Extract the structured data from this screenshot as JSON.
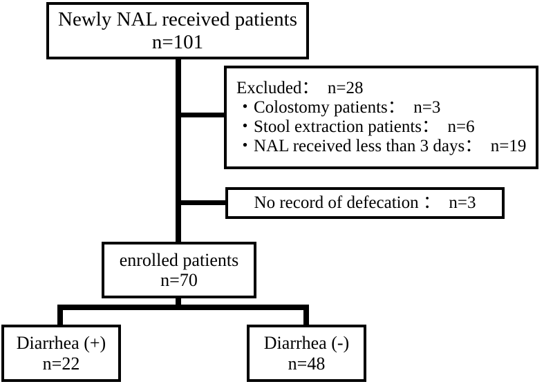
{
  "diagram": {
    "title": "Patient enrollment flow diagram",
    "type": "flowchart",
    "colors": {
      "background": "#ffffff",
      "border": "#000000",
      "text": "#000000",
      "connector": "#000000"
    },
    "nodes": {
      "top": {
        "line1": "Newly NAL received patients",
        "line2": "n=101"
      },
      "excluded": {
        "line1": "Excluded：  n=28",
        "line2": "・Colostomy patients：  n=3",
        "line3": "・Stool extraction patients：  n=6",
        "line4": "・NAL received less than 3 days：  n=19"
      },
      "no_record": {
        "line1": "No record of defecation ：  n=3"
      },
      "enrolled": {
        "line1": "enrolled patients",
        "line2": "n=70"
      },
      "diarrhea_positive": {
        "line1": "Diarrhea (+)",
        "line2": "n=22"
      },
      "diarrhea_negative": {
        "line1": "Diarrhea (-)",
        "line2": "n=48"
      }
    }
  },
  "chart_data": {
    "type": "diagram",
    "title": "Newly NAL received patients enrollment flow",
    "nodes": [
      {
        "id": "top",
        "label": "Newly NAL received patients",
        "n": 101
      },
      {
        "id": "excluded",
        "label": "Excluded",
        "n": 28
      },
      {
        "id": "excluded_colostomy",
        "label": "Colostomy patients",
        "n": 3
      },
      {
        "id": "excluded_stool",
        "label": "Stool extraction patients",
        "n": 6
      },
      {
        "id": "excluded_short",
        "label": "NAL received less than 3 days",
        "n": 19
      },
      {
        "id": "no_record",
        "label": "No record of defecation",
        "n": 3
      },
      {
        "id": "enrolled",
        "label": "enrolled patients",
        "n": 70
      },
      {
        "id": "diarrhea_positive",
        "label": "Diarrhea (+)",
        "n": 22
      },
      {
        "id": "diarrhea_negative",
        "label": "Diarrhea (-)",
        "n": 48
      }
    ],
    "edges": [
      {
        "from": "top",
        "to": "excluded"
      },
      {
        "from": "top",
        "to": "no_record"
      },
      {
        "from": "top",
        "to": "enrolled"
      },
      {
        "from": "enrolled",
        "to": "diarrhea_positive"
      },
      {
        "from": "enrolled",
        "to": "diarrhea_negative"
      }
    ]
  }
}
